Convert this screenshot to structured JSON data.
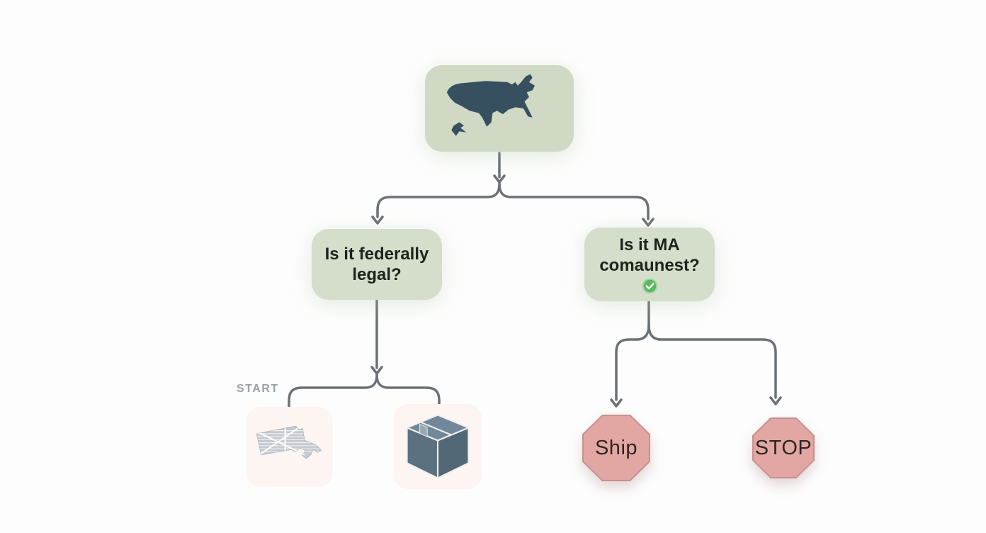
{
  "diagram": {
    "root_node": {
      "icon": "usa-map"
    },
    "decision_left": {
      "line1": "Is it federally",
      "line2": "legal?"
    },
    "decision_right": {
      "line1": "Is it MA",
      "line2": "comaunest?",
      "badge_icon": "green-check"
    },
    "start_label": "START",
    "outcomes": {
      "ship": "Ship",
      "stop": "STOP"
    },
    "icon_nodes": {
      "left": "massachusetts-map",
      "right": "package-box"
    },
    "colors": {
      "background": "#fdfdfd",
      "node_green": "#d4decb",
      "root_green": "#cfd9c4",
      "node_text": "#1e221d",
      "arrow_gray": "#6b7176",
      "octagon_red": "#e2a7a3",
      "octagon_edge": "#c9908c",
      "octagon_text": "#2f2621",
      "check_green": "#5bb95e",
      "start_gray": "#9aa0a6",
      "usa_map_dark": "#36505f",
      "state_map_gray": "#c6cad0",
      "package_slate": "#5b7180",
      "icon_card_pink": "#fdf5f2"
    }
  }
}
